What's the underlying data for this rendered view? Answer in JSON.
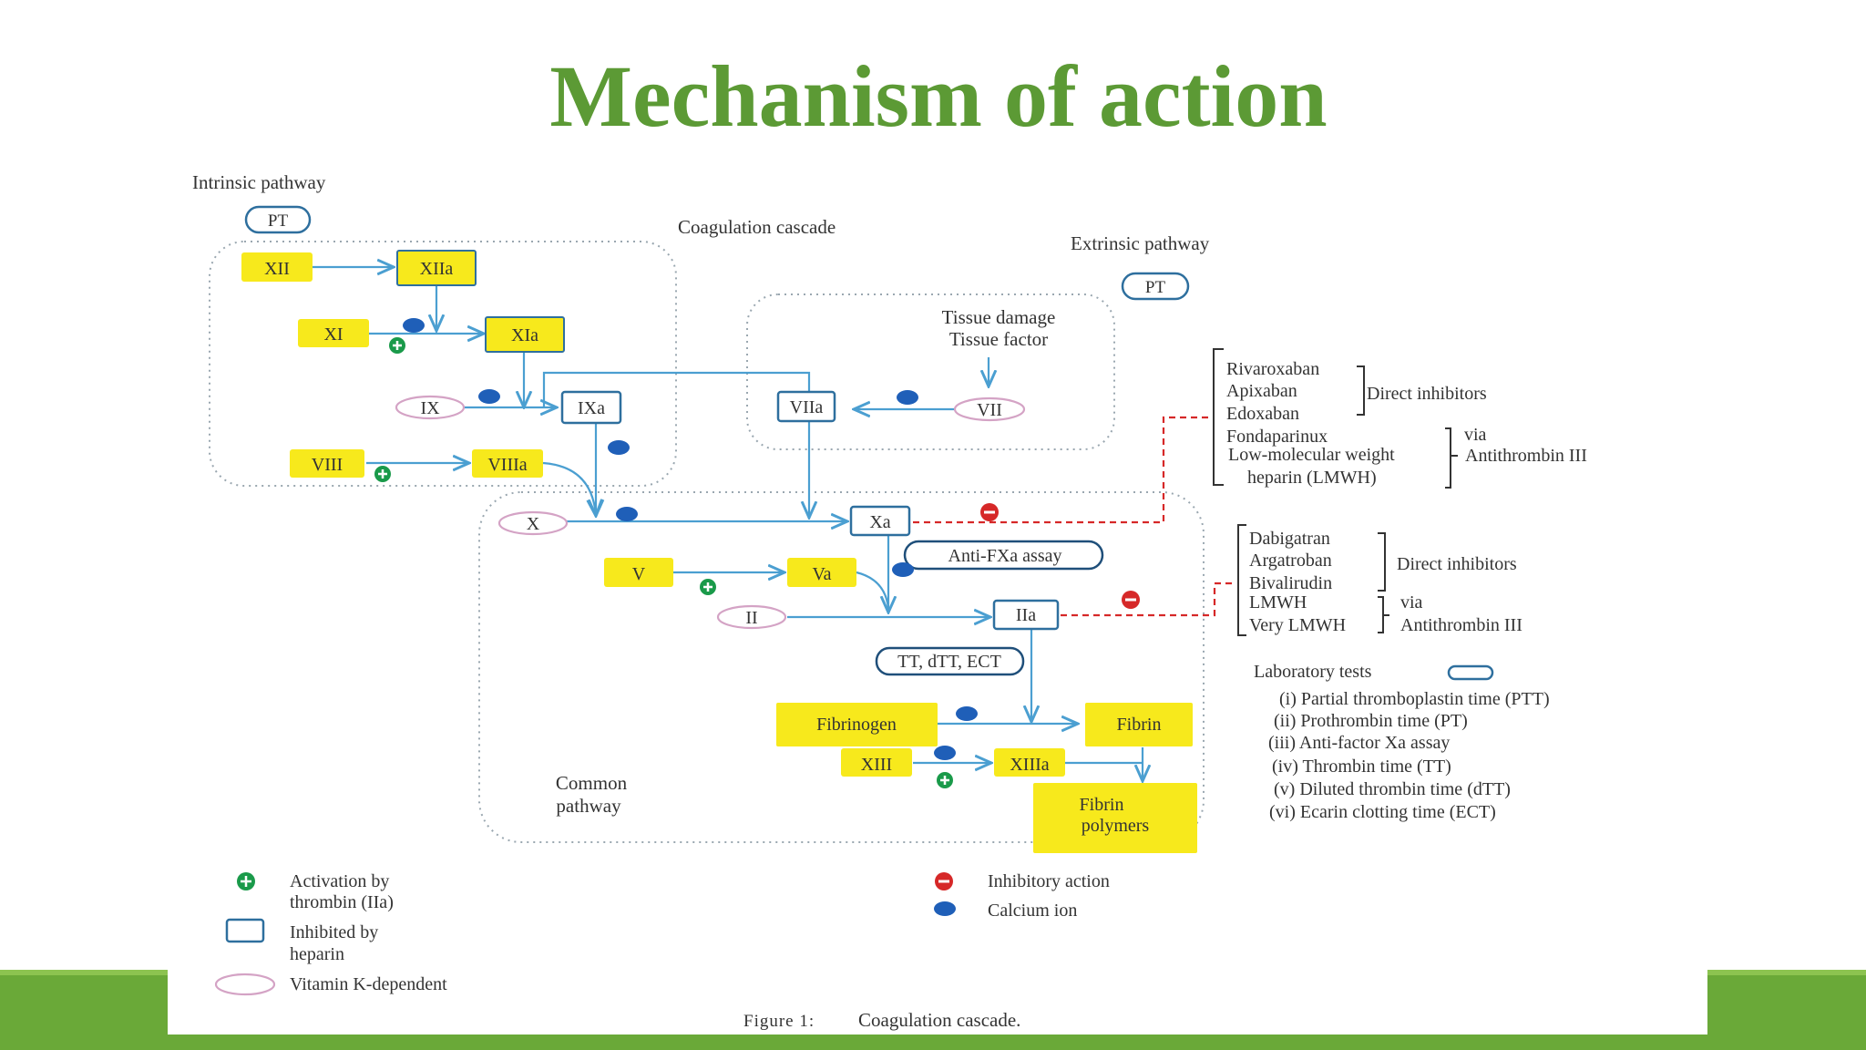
{
  "title": "Mechanism of action",
  "labels": {
    "intrinsic_pathway": "Intrinsic pathway",
    "coagulation_cascade": "Coagulation cascade",
    "extrinsic_pathway": "Extrinsic pathway",
    "pt_badge": "PT",
    "tissue_damage": "Tissue damage",
    "tissue_factor": "Tissue factor",
    "common_pathway_1": "Common",
    "common_pathway_2": "pathway"
  },
  "factors": {
    "xii": "XII",
    "xiia": "XIIa",
    "xi": "XI",
    "xia": "XIa",
    "ix": "IX",
    "ixa": "IXa",
    "viii": "VIII",
    "viiia": "VIIIa",
    "vii": "VII",
    "viia": "VIIa",
    "x": "X",
    "xa": "Xa",
    "v": "V",
    "va": "Va",
    "ii": "II",
    "iia": "IIa",
    "fibrinogen": "Fibrinogen",
    "fibrin": "Fibrin",
    "xiii": "XIII",
    "xiiia": "XIIIa",
    "fibrin_polymers_1": "Fibrin",
    "fibrin_polymers_2": "polymers"
  },
  "assays": {
    "anti_fxa": "Anti-FXa assay",
    "tt_dtt_ect": "TT, dTT, ECT"
  },
  "xa_inhibitors": {
    "direct": [
      "Rivaroxaban",
      "Apixaban",
      "Edoxaban"
    ],
    "direct_label": "Direct inhibitors",
    "indirect": [
      "Fondaparinux",
      "Low-molecular weight",
      "heparin (LMWH)"
    ],
    "via_label": "via",
    "antithrombin_label": "Antithrombin III"
  },
  "iia_inhibitors": {
    "direct": [
      "Dabigatran",
      "Argatroban",
      "Bivalirudin"
    ],
    "direct_label": "Direct inhibitors",
    "indirect": [
      "LMWH",
      "Very LMWH"
    ],
    "via_label": "via",
    "antithrombin_label": "Antithrombin III"
  },
  "lab_tests": {
    "heading": "Laboratory tests",
    "items": [
      "(i) Partial thromboplastin time (PTT)",
      "(ii) Prothrombin time (PT)",
      "(iii) Anti-factor Xa assay",
      "(iv) Thrombin time (TT)",
      "(v) Diluted thrombin time (dTT)",
      "(vi) Ecarin clotting time (ECT)"
    ]
  },
  "legend": {
    "activation_1": "Activation by",
    "activation_2": "thrombin (IIa)",
    "inhibited_1": "Inhibited by",
    "inhibited_2": "heparin",
    "vitamin_k": "Vitamin K-dependent",
    "inhibitory": "Inhibitory action",
    "calcium": "Calcium ion"
  },
  "caption": {
    "prefix": "Figure 1:",
    "text": "Coagulation cascade."
  },
  "colors": {
    "title_green": "#5c9a35",
    "band_green": "#6aa938",
    "factor_yellow": "#f7e91c",
    "arrow_blue": "#4b9fd1",
    "box_border_blue": "#2e6f9e",
    "vitk_pink": "#d4a3c5",
    "inhibit_red": "#d62828",
    "activation_green": "#1a9a4a",
    "calcium_blue": "#1f5fb8"
  }
}
